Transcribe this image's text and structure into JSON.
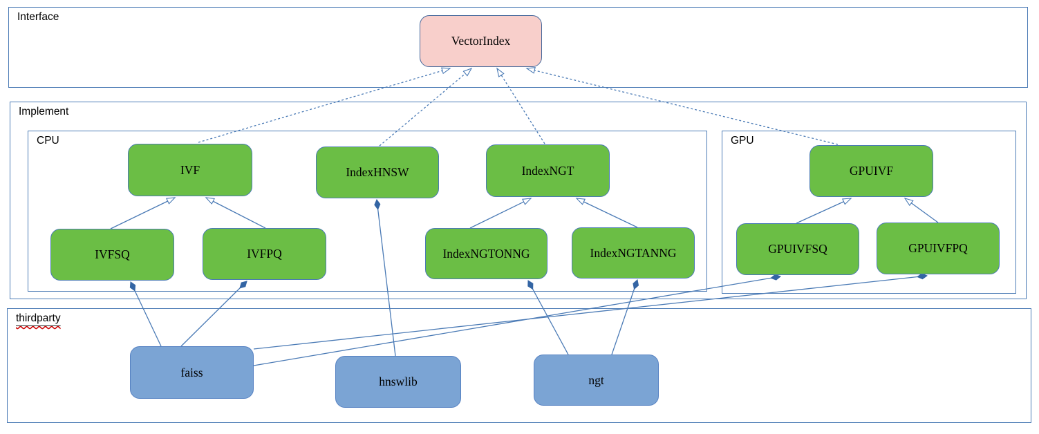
{
  "diagram": {
    "containers": {
      "interface": {
        "label": "Interface"
      },
      "implement": {
        "label": "Implement"
      },
      "cpu": {
        "label": "CPU"
      },
      "gpu": {
        "label": "GPU"
      },
      "thirdparty": {
        "label": "thirdparty"
      }
    },
    "nodes": [
      {
        "id": "VectorIndex",
        "label": "VectorIndex",
        "kind": "interface",
        "group": "interface"
      },
      {
        "id": "IVF",
        "label": "IVF",
        "kind": "impl",
        "group": "cpu"
      },
      {
        "id": "IndexHNSW",
        "label": "IndexHNSW",
        "kind": "impl",
        "group": "cpu"
      },
      {
        "id": "IndexNGT",
        "label": "IndexNGT",
        "kind": "impl",
        "group": "cpu"
      },
      {
        "id": "GPUIVF",
        "label": "GPUIVF",
        "kind": "impl",
        "group": "gpu"
      },
      {
        "id": "IVFSQ",
        "label": "IVFSQ",
        "kind": "impl",
        "group": "cpu"
      },
      {
        "id": "IVFPQ",
        "label": "IVFPQ",
        "kind": "impl",
        "group": "cpu"
      },
      {
        "id": "IndexNGTONNG",
        "label": "IndexNGTONNG",
        "kind": "impl",
        "group": "cpu"
      },
      {
        "id": "IndexNGTANNG",
        "label": "IndexNGTANNG",
        "kind": "impl",
        "group": "cpu"
      },
      {
        "id": "GPUIVFSQ",
        "label": "GPUIVFSQ",
        "kind": "impl",
        "group": "gpu"
      },
      {
        "id": "GPUIVFPQ",
        "label": "GPUIVFPQ",
        "kind": "impl",
        "group": "gpu"
      },
      {
        "id": "faiss",
        "label": "faiss",
        "kind": "thirdparty",
        "group": "thirdparty"
      },
      {
        "id": "hnswlib",
        "label": "hnswlib",
        "kind": "thirdparty",
        "group": "thirdparty"
      },
      {
        "id": "ngt",
        "label": "ngt",
        "kind": "thirdparty",
        "group": "thirdparty"
      }
    ],
    "edges": [
      {
        "from": "IVF",
        "to": "VectorIndex",
        "type": "realization"
      },
      {
        "from": "IndexHNSW",
        "to": "VectorIndex",
        "type": "realization"
      },
      {
        "from": "IndexNGT",
        "to": "VectorIndex",
        "type": "realization"
      },
      {
        "from": "GPUIVF",
        "to": "VectorIndex",
        "type": "realization"
      },
      {
        "from": "IVFSQ",
        "to": "IVF",
        "type": "inheritance"
      },
      {
        "from": "IVFPQ",
        "to": "IVF",
        "type": "inheritance"
      },
      {
        "from": "IndexNGTONNG",
        "to": "IndexNGT",
        "type": "inheritance"
      },
      {
        "from": "IndexNGTANNG",
        "to": "IndexNGT",
        "type": "inheritance"
      },
      {
        "from": "GPUIVFSQ",
        "to": "GPUIVF",
        "type": "inheritance"
      },
      {
        "from": "GPUIVFPQ",
        "to": "GPUIVF",
        "type": "inheritance"
      },
      {
        "from": "faiss",
        "to": "IVFSQ",
        "type": "composition"
      },
      {
        "from": "faiss",
        "to": "IVFPQ",
        "type": "composition"
      },
      {
        "from": "hnswlib",
        "to": "IndexHNSW",
        "type": "composition"
      },
      {
        "from": "ngt",
        "to": "IndexNGTONNG",
        "type": "composition"
      },
      {
        "from": "ngt",
        "to": "IndexNGTANNG",
        "type": "composition"
      },
      {
        "from": "faiss",
        "to": "GPUIVFSQ",
        "type": "composition"
      },
      {
        "from": "faiss",
        "to": "GPUIVFPQ",
        "type": "composition"
      }
    ],
    "colors": {
      "container_border": "#4a7ab5",
      "edge_line": "#4a7ab5",
      "interface_fill": "#f8cfcb",
      "interface_border": "#44679b",
      "implement_fill": "#6bbe45",
      "implement_border": "#4a7ab5",
      "thirdparty_fill": "#7ba4d4",
      "thirdparty_border": "#5581c2",
      "composition_diamond": "#3465a4",
      "spellcheck_underline": "#cc0000"
    }
  }
}
